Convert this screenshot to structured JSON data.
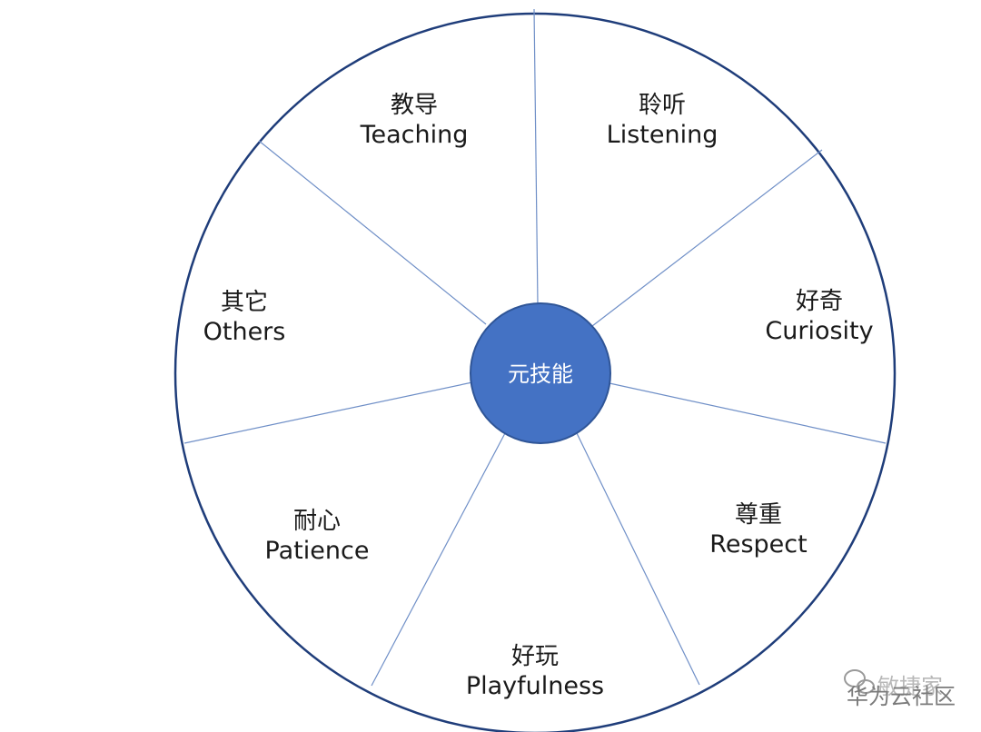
{
  "diagram": {
    "center_label": "元技能",
    "segments": [
      {
        "zh": "教导",
        "en": "Teaching"
      },
      {
        "zh": "聆听",
        "en": "Listening"
      },
      {
        "zh": "好奇",
        "en": "Curiosity"
      },
      {
        "zh": "尊重",
        "en": "Respect"
      },
      {
        "zh": "好玩",
        "en": "Playfulness"
      },
      {
        "zh": "耐心",
        "en": "Patience"
      },
      {
        "zh": "其它",
        "en": "Others"
      }
    ]
  },
  "watermark": {
    "line1": "敏捷家",
    "line2": "华为云社区"
  },
  "colors": {
    "ring": "#1f3d7a",
    "spokes": "#6f8fc7",
    "hub_fill": "#4472c4",
    "hub_stroke": "#2f5597"
  }
}
